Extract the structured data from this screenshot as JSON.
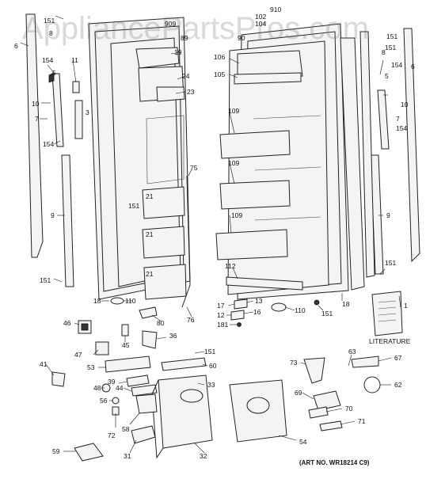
{
  "watermark": "AppliancePartsPros.com",
  "labels": {
    "l910": "910",
    "l102": "102",
    "l104": "104",
    "l909": "909",
    "l90": "90",
    "l89": "89",
    "l6a": "6",
    "l151a": "151",
    "l151b": "151",
    "l8a": "8",
    "l154a": "154",
    "l11": "11",
    "l5a": "5",
    "l10a": "10",
    "l3": "3",
    "l7a": "7",
    "l154b": "154",
    "l19": "19",
    "l24": "24",
    "l23": "23",
    "l75": "75",
    "l21a": "21",
    "l151c": "151",
    "l21b": "21",
    "l21c": "21",
    "l9a": "9",
    "l151d": "151",
    "l18a": "18",
    "l110a": "110",
    "l80": "80",
    "l76": "76",
    "l106": "106",
    "l105": "105",
    "l109a": "109",
    "l109b": "109",
    "l109c": "109",
    "l112": "112",
    "l17": "17",
    "l13": "13",
    "l12": "12",
    "l16": "16",
    "l181": "181",
    "l110b": "110",
    "l151e": "151",
    "l18b": "18",
    "l151f": "151",
    "l8b": "8",
    "l6b": "6",
    "l154c": "154",
    "l5b": "5",
    "l10b": "10",
    "l7b": "7",
    "l154d": "154",
    "l9b": "9",
    "l151g": "151",
    "l1": "1",
    "l46": "46",
    "l45": "45",
    "l36": "36",
    "l47": "47",
    "l151h": "151",
    "l41": "41",
    "l53": "53",
    "l60": "60",
    "l48": "48",
    "l39": "39",
    "l44": "44",
    "l33": "33",
    "l56": "56",
    "l72": "72",
    "l58": "58",
    "l59": "59",
    "l31": "31",
    "l32": "32",
    "l54": "54",
    "l73": "73",
    "l63": "63",
    "l67": "67",
    "l62": "62",
    "l69": "69",
    "l70": "70",
    "l71": "71"
  },
  "literature": "LITERATURE",
  "art_no": "(ART NO. WR18214 C9)"
}
